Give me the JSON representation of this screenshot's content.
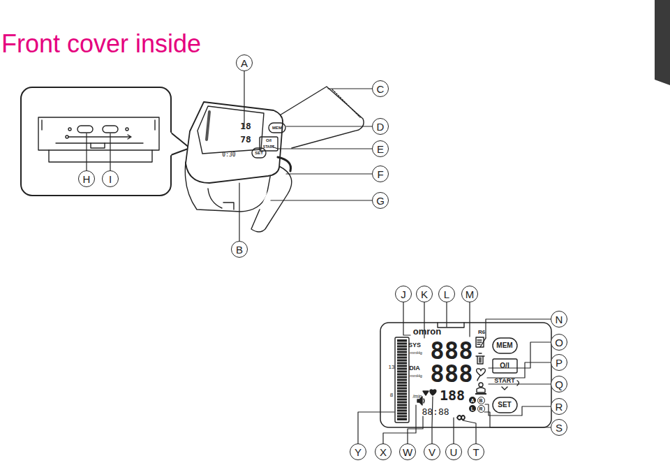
{
  "diagram": {
    "title": "Front cover inside",
    "labels": [
      "A",
      "B",
      "C",
      "D",
      "E",
      "F",
      "G",
      "H",
      "I",
      "J",
      "K",
      "L",
      "M",
      "N",
      "O",
      "P",
      "Q",
      "R",
      "S",
      "T",
      "U",
      "V",
      "W",
      "X",
      "Y",
      "MEM",
      "O/I",
      "START",
      "SET",
      "omron",
      "R6",
      "SYS",
      "mmHg",
      "DIA",
      "mmHg",
      "/min",
      "13",
      "8",
      "888",
      "888",
      "188",
      "88:88",
      "MEM",
      "O/I",
      "START",
      "SET",
      "A",
      "B",
      "L",
      "R",
      "18",
      "78",
      "0:30"
    ]
  }
}
